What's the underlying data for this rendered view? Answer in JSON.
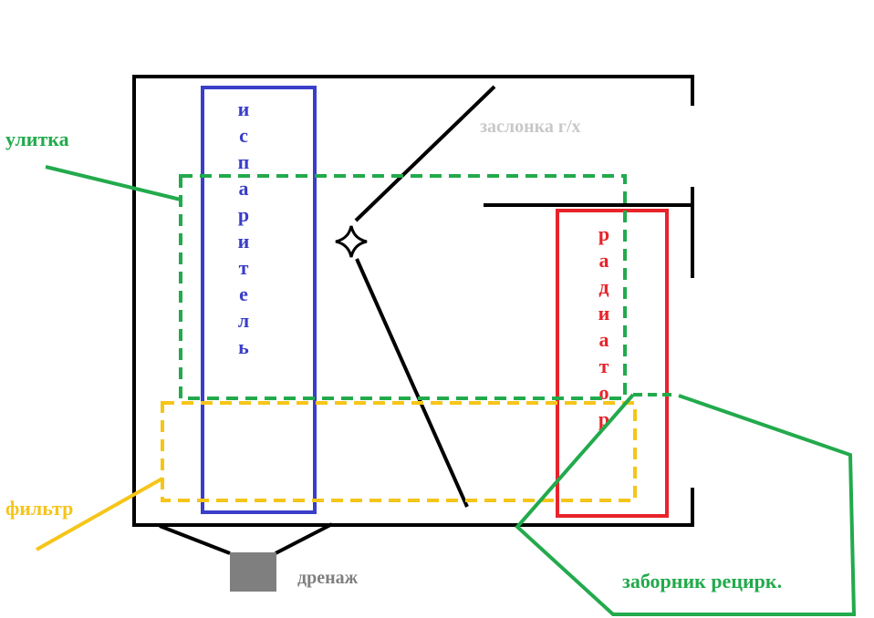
{
  "colors": {
    "housing": "#000000",
    "evaporator": "#3a3ec8",
    "radiator": "#e8232a",
    "snail": "#22aa4c",
    "filter": "#f5c518",
    "damper_label": "#c8c8c8",
    "drain_box": "#7f7f7f",
    "drain_label": "#7f7f7f"
  },
  "labels": {
    "evaporator": "испаритель",
    "radiator": "радиатор",
    "snail": "улитка",
    "filter": "фильтр",
    "damper": "заслонка г/х",
    "drain": "дренаж",
    "recirc_intake": "заборник рецирк."
  }
}
